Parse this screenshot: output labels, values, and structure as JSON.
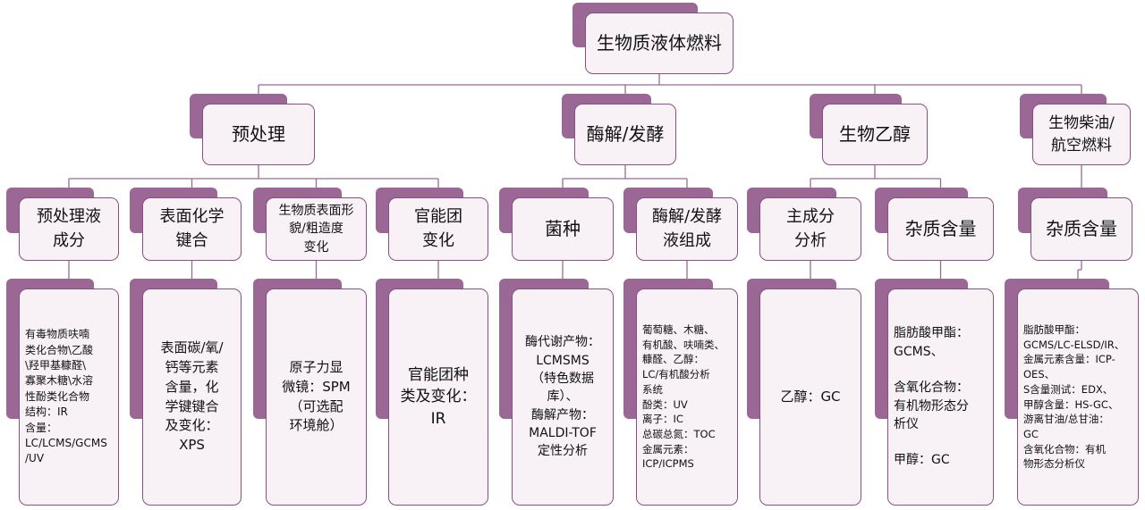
{
  "root": {
    "label": "生物质液体燃料"
  },
  "level1": [
    {
      "id": "pretreat",
      "label": "预处理"
    },
    {
      "id": "enzyme",
      "label": "酶解/发酵"
    },
    {
      "id": "ethanol",
      "label": "生物乙醇"
    },
    {
      "id": "biodiesel",
      "label": "生物柴油/\n航空燃料"
    }
  ],
  "level2": [
    {
      "id": "pre-liquid",
      "label": "预处理液\n成分",
      "parent": "pretreat"
    },
    {
      "id": "surface-bond",
      "label": "表面化学\n键合",
      "parent": "pretreat"
    },
    {
      "id": "surface-morph",
      "label": "生物质表面形\n貌/粗造度\n变化",
      "parent": "pretreat"
    },
    {
      "id": "functional",
      "label": "官能团\n变化",
      "parent": "pretreat"
    },
    {
      "id": "strain",
      "label": "菌种",
      "parent": "enzyme"
    },
    {
      "id": "broth",
      "label": "酶解/发酵\n液组成",
      "parent": "enzyme"
    },
    {
      "id": "main-comp",
      "label": "主成分\n分析",
      "parent": "ethanol"
    },
    {
      "id": "impurity-eth",
      "label": "杂质含量",
      "parent": "ethanol"
    },
    {
      "id": "impurity-bio",
      "label": "杂质含量",
      "parent": "biodiesel"
    }
  ],
  "level3": [
    {
      "parent": "pre-liquid",
      "text": "有毒物质呋喃\n类化合物\\乙酸\n\\羟甲基糠醛\\\n寡聚木糖\\水溶\n性酚类化合物\n结构：IR\n含量：\nLC/LCMS/GCMS\n/UV"
    },
    {
      "parent": "surface-bond",
      "text": "表面碳/氧/\n钙等元素\n含量，化\n学键键合\n及变化：\nXPS"
    },
    {
      "parent": "surface-morph",
      "text": "原子力显\n微镜：SPM\n（可选配\n环境舱）"
    },
    {
      "parent": "functional",
      "text": "官能团种\n类及变化：\nIR"
    },
    {
      "parent": "strain",
      "text": "酶代谢产物：\nLCMSMS\n（特色数据\n库）、\n酶解产物：\nMALDI-TOF\n定性分析"
    },
    {
      "parent": "broth",
      "text": "葡萄糖、木糖、\n有机酸、呋喃类、\n糠醛、乙醇：\nLC/有机酸分析\n系统\n酚类：UV\n离子：IC\n总碳总氮：TOC\n金属元素：\nICP/ICPMS"
    },
    {
      "parent": "main-comp",
      "text": "乙醇：GC"
    },
    {
      "parent": "impurity-eth",
      "text": "脂肪酸甲酯：\nGCMS、\n\n含氧化合物：\n有机物形态分\n析仪\n\n甲醇：GC"
    },
    {
      "parent": "impurity-bio",
      "text": "脂肪酸甲酯：\nGCMS/LC-ELSD/IR、\n金属元素含量：ICP-\nOES、\nS含量测试：EDX、\n甲醇含量：HS-GC、\n游离甘油/总甘油：\nGC\n含氧化合物：有机\n物形态分析仪"
    }
  ],
  "colors": {
    "tab": "#9b6795",
    "card_fill": "#f8f2f7",
    "card_border": "#8a4f85",
    "connector": "#9a6a94"
  }
}
